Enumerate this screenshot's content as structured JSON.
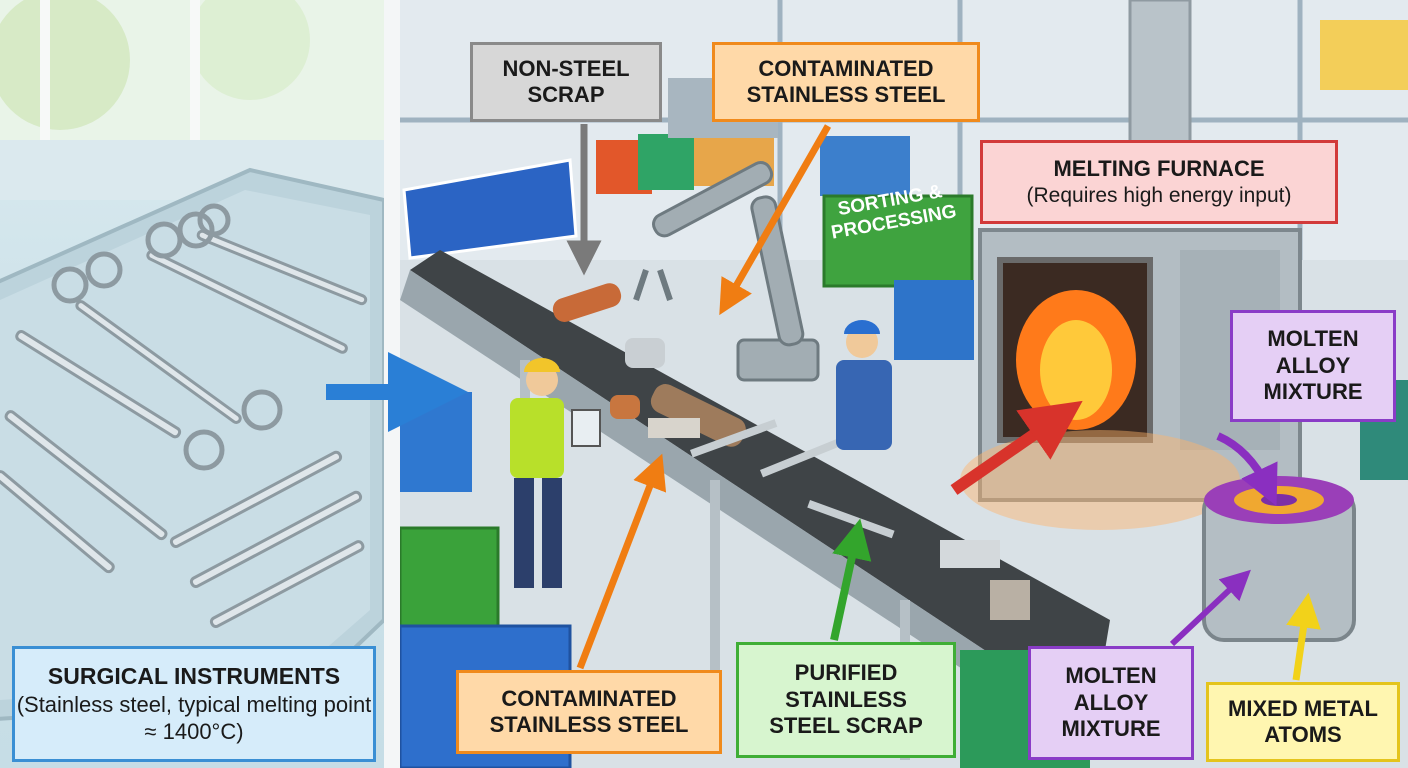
{
  "labels": {
    "surgical": {
      "title": "SURGICAL INSTRUMENTS",
      "detail": "(Stainless steel, typical melting point ≈ 1400°C)"
    },
    "non_steel": {
      "line1": "NON-STEEL",
      "line2": "SCRAP"
    },
    "contaminated_top": {
      "line1": "CONTAMINATED",
      "line2": "STAINLESS STEEL"
    },
    "furnace": {
      "title": "MELTING FURNACE",
      "detail": "(Requires high energy input)"
    },
    "molten_top": {
      "line1": "MOLTEN",
      "line2": "ALLOY",
      "line3": "MIXTURE"
    },
    "contaminated_bottom": {
      "line1": "CONTAMINATED",
      "line2": "STAINLESS STEEL"
    },
    "purified": {
      "line1": "PURIFIED",
      "line2": "STAINLESS",
      "line3": "STEEL SCRAP"
    },
    "molten_bottom": {
      "line1": "MOLTEN",
      "line2": "ALLOY",
      "line3": "MIXTURE"
    },
    "atoms": {
      "line1": "MIXED METAL",
      "line2": "ATOMS"
    }
  },
  "sign": {
    "line1": "SORTING &",
    "line2": "PROCESSING"
  },
  "colors": {
    "blue_arrow": "#2a7fd6",
    "gray_arrow": "#7a7a7a",
    "orange_arrow": "#f07d12",
    "red_arrow": "#d8332b",
    "green_arrow": "#33a52c",
    "purple_arrow": "#8a2fc0",
    "yellow_arrow": "#f2d21a"
  }
}
